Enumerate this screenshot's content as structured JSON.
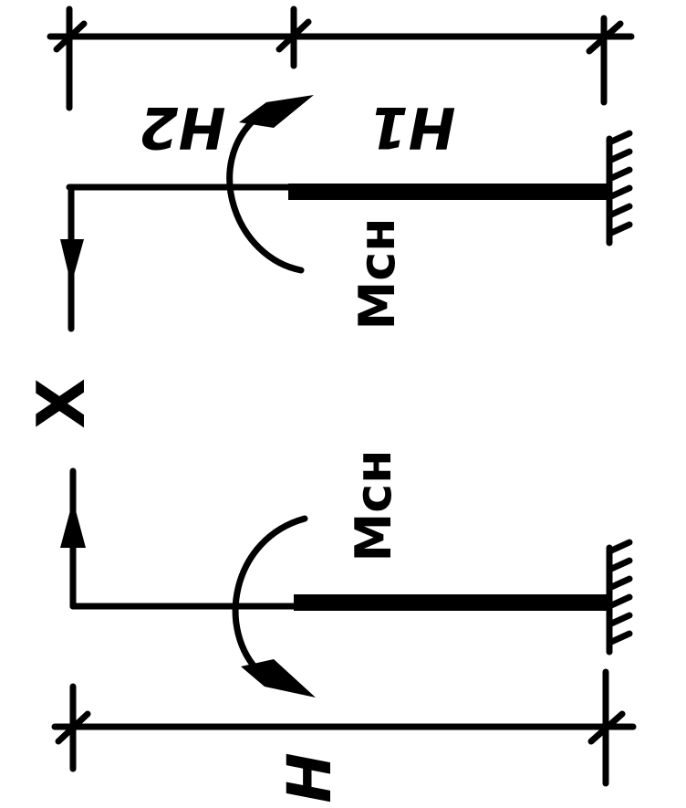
{
  "diagram": {
    "top_figure": {
      "segment_left_label": "H2",
      "segment_right_label": "H1",
      "moment_label": "Mсн"
    },
    "bottom_figure": {
      "moment_label": "Mсн",
      "dimension_label": "H"
    },
    "axis_label": "X"
  }
}
